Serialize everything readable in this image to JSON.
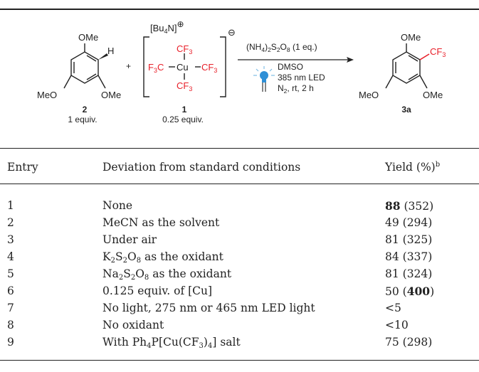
{
  "scheme": {
    "substrate": {
      "ome_top": "OMe",
      "h": "H",
      "ome_left": "MeO",
      "ome_right": "OMe",
      "number": "2",
      "equiv": "1 equiv."
    },
    "plus": "+",
    "reagent": {
      "cation": "[Bu",
      "cation_sub": "4",
      "cation_tail": "N]",
      "cation_charge": "⊕",
      "anion_charge": "⊖",
      "cf3_top": "CF",
      "cf3_bottom": "CF",
      "cf3_left": "F",
      "cf3_left_tail": "C",
      "cf3_right": "CF",
      "three": "3",
      "metal": "Cu",
      "number": "1",
      "equiv": "0.25 equiv."
    },
    "conditions": {
      "oxidant_a": "(NH",
      "sub4": "4",
      "oxidant_b": ")",
      "sub2": "2",
      "oxidant_c": "S",
      "oxidant_d": "O",
      "sub8": "8",
      "oxidant_e": " (1 eq.)",
      "solvent": "DMSO",
      "light": "385 nm LED",
      "atm_a": "N",
      "atm_b": ", rt, 2 h"
    },
    "product": {
      "ome_top": "OMe",
      "cf3": "CF",
      "ome_left": "MeO",
      "ome_right": "OMe",
      "number": "3a"
    },
    "colors": {
      "cf3": "#e8202a",
      "led": "#2e8fd6"
    }
  },
  "table": {
    "headers": {
      "entry": "Entry",
      "deviation": "Deviation from standard conditions",
      "yield": "Yield (%)",
      "yield_note": "b"
    },
    "rows": [
      {
        "entry": "1",
        "deviation": "None",
        "yield_bold": "88",
        "yield_rest": " (352)"
      },
      {
        "entry": "2",
        "deviation": "MeCN as the solvent",
        "yield": "49 (294)"
      },
      {
        "entry": "3",
        "deviation": "Under air",
        "yield": "81 (325)"
      },
      {
        "entry": "4",
        "yield": "84 (337)",
        "dev_a": "K",
        "dev_s1": "2",
        "dev_b": "S",
        "dev_s2": "2",
        "dev_c": "O",
        "dev_s3": "8",
        "dev_d": " as the oxidant"
      },
      {
        "entry": "5",
        "yield": "81 (324)",
        "dev_a": "Na",
        "dev_s1": "2",
        "dev_b": "S",
        "dev_s2": "2",
        "dev_c": "O",
        "dev_s3": "8",
        "dev_d": " as the oxidant"
      },
      {
        "entry": "6",
        "deviation": "0.125 equiv. of [Cu]",
        "yield_a": "50 (",
        "yield_bold": "400",
        "yield_b": ")"
      },
      {
        "entry": "7",
        "deviation": "No light, 275 nm or 465 nm LED light",
        "yield": "<5"
      },
      {
        "entry": "8",
        "deviation": "No oxidant",
        "yield": "<10"
      },
      {
        "entry": "9",
        "yield": "75 (298)",
        "dev_a": "With Ph",
        "dev_s1": "4",
        "dev_b": "P[Cu(CF",
        "dev_s2": "3",
        "dev_c": ")",
        "dev_s3": "4",
        "dev_d": "] salt"
      }
    ]
  }
}
